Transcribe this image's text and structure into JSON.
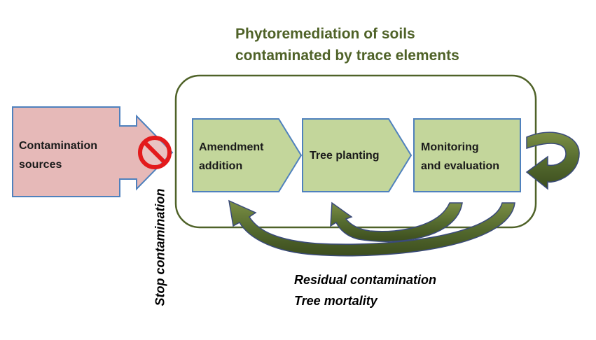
{
  "title": {
    "line1": "Phytoremediation of soils",
    "line2": "contaminated by trace elements"
  },
  "source": {
    "line1": "Contamination",
    "line2": "sources"
  },
  "steps": [
    {
      "line1": "Amendment",
      "line2": "addition"
    },
    {
      "line1": "Tree planting",
      "line2": ""
    },
    {
      "line1": "Monitoring",
      "line2": "and evaluation"
    }
  ],
  "stop_label": "Stop contamination",
  "feedback": {
    "line1": "Residual contamination",
    "line2": "Tree mortality"
  },
  "icons": {
    "stop": "no-entry-icon"
  },
  "colors": {
    "source_fill": "#e6b9b8",
    "source_stroke": "#4f81bd",
    "step_fill": "#c3d69b",
    "step_stroke": "#4f81bd",
    "container_stroke": "#4f6228",
    "title": "#4f6228",
    "feedback_arrow": "#4f6228",
    "no_entry": "#e31a1c"
  }
}
